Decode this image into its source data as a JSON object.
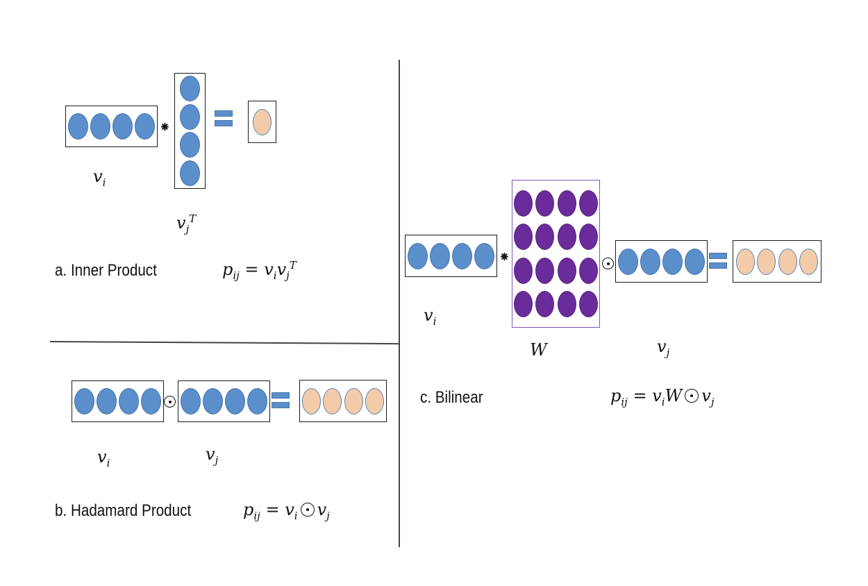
{
  "colors": {
    "vector": "#5b8fcc",
    "result": "#f3cba9",
    "matrix": "#6a2b9b"
  },
  "inner": {
    "vi": "v",
    "vi_sub": "i",
    "vjt": "v",
    "vjt_sub": "j",
    "vjt_sup": "T",
    "caption": "a. Inner Product",
    "f_lhs": "p",
    "f_lhs_sub": "ij",
    "f_eq": "=",
    "f_a": "v",
    "f_a_sub": "i",
    "f_b": "v",
    "f_b_sub": "j",
    "f_b_sup": "T"
  },
  "hadamard": {
    "vi": "v",
    "vi_sub": "i",
    "vj": "v",
    "vj_sub": "j",
    "caption": "b. Hadamard Product",
    "f_lhs": "p",
    "f_lhs_sub": "ij",
    "f_eq": "=",
    "f_a": "v",
    "f_a_sub": "i",
    "f_b": "v",
    "f_b_sub": "j"
  },
  "bilinear": {
    "vi": "v",
    "vi_sub": "i",
    "w": "W",
    "vj": "v",
    "vj_sub": "j",
    "caption": "c. Bilinear",
    "f_lhs": "p",
    "f_lhs_sub": "ij",
    "f_eq": "=",
    "f_a": "v",
    "f_a_sub": "i",
    "f_w": "W",
    "f_b": "v",
    "f_b_sub": "j"
  }
}
